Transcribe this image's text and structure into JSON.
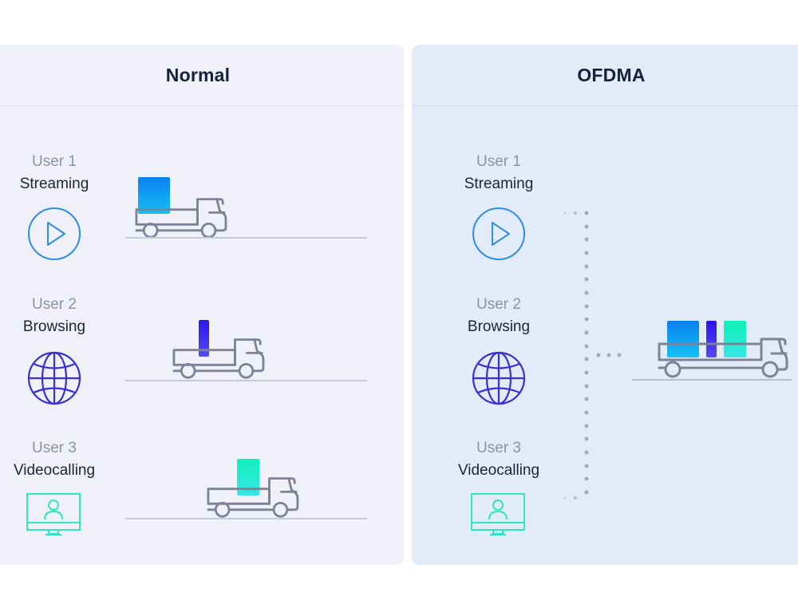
{
  "panels": {
    "normal": {
      "title": "Normal",
      "users": [
        {
          "number": "User 1",
          "activity": "Streaming",
          "icon": "play-icon",
          "color": "#2f8ce6"
        },
        {
          "number": "User 2",
          "activity": "Browsing",
          "icon": "globe-icon",
          "color": "#3a2fd6"
        },
        {
          "number": "User 3",
          "activity": "Videocalling",
          "icon": "monitor-user-icon",
          "color": "#2ee6c0"
        }
      ]
    },
    "ofdma": {
      "title": "OFDMA",
      "users": [
        {
          "number": "User 1",
          "activity": "Streaming",
          "icon": "play-icon",
          "color": "#2f8ce6"
        },
        {
          "number": "User 2",
          "activity": "Browsing",
          "icon": "globe-icon",
          "color": "#3a2fd6"
        },
        {
          "number": "User 3",
          "activity": "Videocalling",
          "icon": "monitor-user-icon",
          "color": "#2ee6c0"
        }
      ]
    }
  },
  "colors": {
    "streaming_cargo": [
      "#0a7ff0",
      "#17c1f5"
    ],
    "browsing_cargo": [
      "#2a14f0",
      "#5540f0"
    ],
    "videocall_cargo": [
      "#0ff0b8",
      "#38e8e6"
    ],
    "truck_stroke": "#7d8294",
    "road": "#c6c9d6"
  }
}
